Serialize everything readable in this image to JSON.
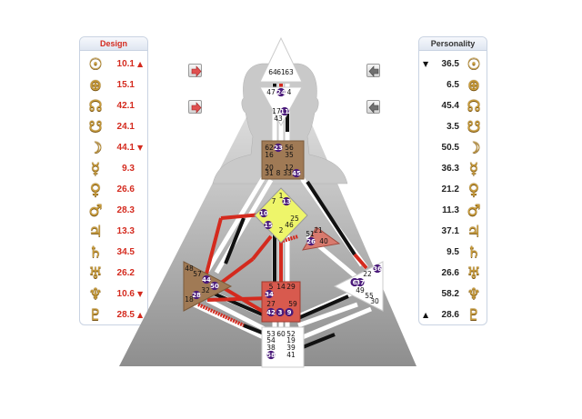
{
  "design": {
    "title": "Design",
    "rows": [
      {
        "icon": "sun-icon",
        "glyph": "☉",
        "value": "10.1",
        "trend": "▲"
      },
      {
        "icon": "earth-icon",
        "glyph": "⊕",
        "value": "15.1",
        "trend": ""
      },
      {
        "icon": "north-node-icon",
        "glyph": "☊",
        "value": "42.1",
        "trend": ""
      },
      {
        "icon": "south-node-icon",
        "glyph": "☋",
        "value": "24.1",
        "trend": ""
      },
      {
        "icon": "moon-icon",
        "glyph": "☽",
        "value": "44.1",
        "trend": "▼"
      },
      {
        "icon": "mercury-icon",
        "glyph": "☿",
        "value": "9.3",
        "trend": ""
      },
      {
        "icon": "venus-icon",
        "glyph": "♀",
        "value": "26.6",
        "trend": ""
      },
      {
        "icon": "mars-icon",
        "glyph": "♂",
        "value": "28.3",
        "trend": ""
      },
      {
        "icon": "jupiter-icon",
        "glyph": "♃",
        "value": "13.3",
        "trend": ""
      },
      {
        "icon": "saturn-icon",
        "glyph": "♄",
        "value": "34.5",
        "trend": ""
      },
      {
        "icon": "uranus-icon",
        "glyph": "♅",
        "value": "26.2",
        "trend": ""
      },
      {
        "icon": "neptune-icon",
        "glyph": "♆",
        "value": "10.6",
        "trend": "▼"
      },
      {
        "icon": "pluto-icon",
        "glyph": "♇",
        "value": "28.5",
        "trend": "▲"
      }
    ]
  },
  "personality": {
    "title": "Personality",
    "rows": [
      {
        "icon": "sun-icon",
        "glyph": "☉",
        "value": "36.5",
        "trend": "▼"
      },
      {
        "icon": "earth-icon",
        "glyph": "⊕",
        "value": "6.5",
        "trend": ""
      },
      {
        "icon": "north-node-icon",
        "glyph": "☊",
        "value": "45.4",
        "trend": ""
      },
      {
        "icon": "south-node-icon",
        "glyph": "☋",
        "value": "3.5",
        "trend": ""
      },
      {
        "icon": "moon-icon",
        "glyph": "☽",
        "value": "50.5",
        "trend": ""
      },
      {
        "icon": "mercury-icon",
        "glyph": "☿",
        "value": "36.3",
        "trend": ""
      },
      {
        "icon": "venus-icon",
        "glyph": "♀",
        "value": "21.2",
        "trend": ""
      },
      {
        "icon": "mars-icon",
        "glyph": "♂",
        "value": "11.3",
        "trend": ""
      },
      {
        "icon": "jupiter-icon",
        "glyph": "♃",
        "value": "37.1",
        "trend": ""
      },
      {
        "icon": "saturn-icon",
        "glyph": "♄",
        "value": "9.5",
        "trend": ""
      },
      {
        "icon": "uranus-icon",
        "glyph": "♅",
        "value": "26.6",
        "trend": ""
      },
      {
        "icon": "neptune-icon",
        "glyph": "♆",
        "value": "58.2",
        "trend": ""
      },
      {
        "icon": "pluto-icon",
        "glyph": "♇",
        "value": "28.6",
        "trend": "▲"
      }
    ]
  },
  "controls": {
    "design_arrow_1": "red-right-arrow-icon",
    "design_arrow_2": "red-right-arrow-icon",
    "personality_arrow_1": "gray-left-arrow-icon",
    "personality_arrow_2": "gray-left-arrow-icon"
  },
  "colors": {
    "design_red": "#d42a1e",
    "personality_black": "#111111",
    "glyph_gold": "#c99c3a",
    "gate_purple": "#4a1a7a",
    "head_center": "#ffffff",
    "ajna_center": "#ffffff",
    "throat_center": "#a07a55",
    "g_center": "#eef56a",
    "heart_center": "#d87a6e",
    "spleen_center": "#a07a55",
    "sacral_center": "#d85a4e",
    "solar_plexus_center": "#ffffff",
    "root_center": "#ffffff"
  },
  "gates": {
    "head": [
      "64",
      "61",
      "63"
    ],
    "ajna": [
      "47",
      "24",
      "4",
      "17",
      "11",
      "43"
    ],
    "throat": [
      "62",
      "23",
      "56",
      "16",
      "35",
      "20",
      "12",
      "31",
      "8",
      "33",
      "45"
    ],
    "g": [
      "1",
      "7",
      "13",
      "10",
      "25",
      "15",
      "46",
      "2"
    ],
    "heart": [
      "21",
      "51",
      "26",
      "40"
    ],
    "spleen": [
      "48",
      "57",
      "44",
      "50",
      "28",
      "32",
      "18"
    ],
    "sacral": [
      "5",
      "14",
      "29",
      "34",
      "27",
      "59",
      "42",
      "3",
      "9"
    ],
    "solar_plexus": [
      "36",
      "22",
      "6",
      "37",
      "49",
      "55",
      "30"
    ],
    "root": [
      "53",
      "60",
      "52",
      "54",
      "19",
      "38",
      "39",
      "58",
      "41"
    ]
  }
}
